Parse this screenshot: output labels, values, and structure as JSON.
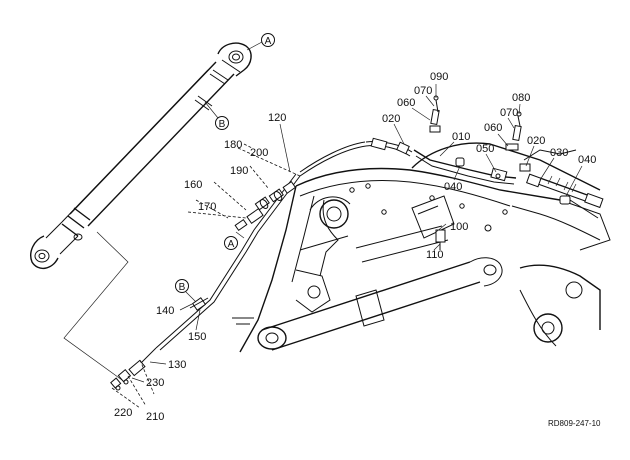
{
  "figure": {
    "code": "RD809-247-10",
    "callouts": {
      "090": "090",
      "080": "080",
      "070a": "070",
      "070b": "070",
      "060a": "060",
      "060b": "060",
      "020a": "020",
      "020b": "020",
      "010": "010",
      "050": "050",
      "030": "030",
      "040a": "040",
      "040b": "040",
      "120": "120",
      "180": "180",
      "200": "200",
      "190": "190",
      "160": "160",
      "170": "170",
      "100": "100",
      "110": "110",
      "140": "140",
      "150": "150",
      "130": "130",
      "230": "230",
      "220": "220",
      "210": "210"
    },
    "reference_marks": {
      "A_top": "A",
      "B_top": "B",
      "A_mid": "A",
      "B_mid": "B"
    }
  }
}
